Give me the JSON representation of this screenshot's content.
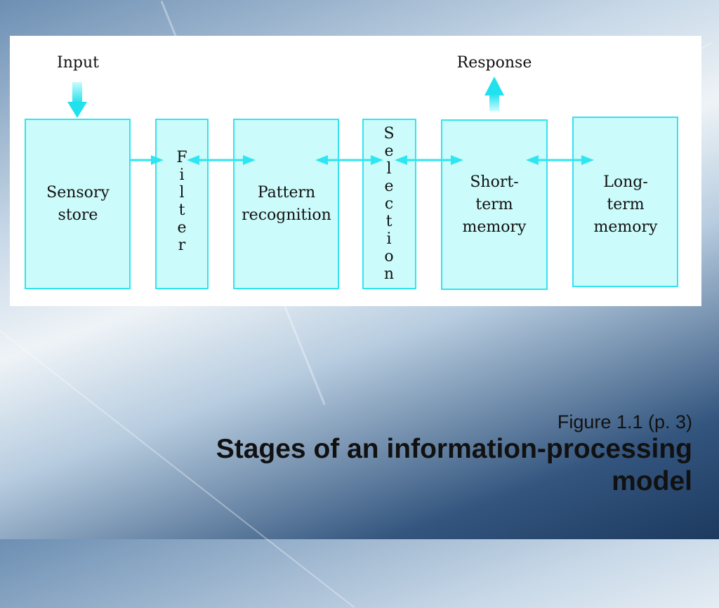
{
  "slide": {
    "figure_ref": "Figure 1.1  (p. 3)",
    "title_line1": "Stages of an information-processing",
    "title_line2": "model"
  },
  "diagram": {
    "input_label": "Input",
    "response_label": "Response",
    "boxes": {
      "sensory": [
        "Sensory",
        "store"
      ],
      "filter": [
        "F",
        "i",
        "l",
        "t",
        "e",
        "r"
      ],
      "pattern": [
        "Pattern",
        "recognition"
      ],
      "selection": [
        "S",
        "e",
        "l",
        "e",
        "c",
        "t",
        "i",
        "o",
        "n"
      ],
      "short_term": [
        "Short-",
        "term",
        "memory"
      ],
      "long_term": [
        "Long-",
        "term",
        "memory"
      ]
    },
    "colors": {
      "box_fill": "#ccfbfb",
      "box_stroke": "#33e3ef",
      "arrow": "#2ee6f2"
    }
  }
}
